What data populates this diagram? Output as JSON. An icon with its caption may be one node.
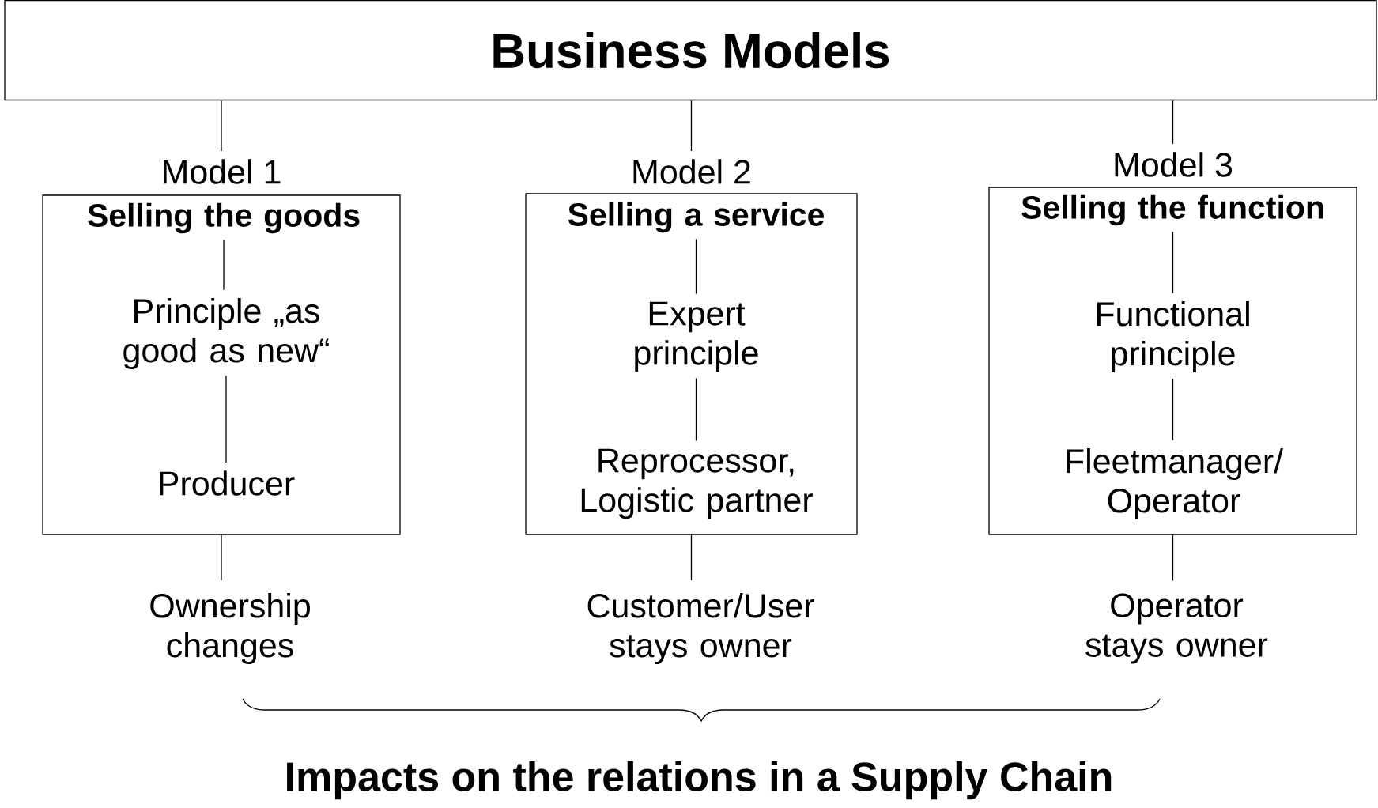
{
  "diagram": {
    "nodes": [
      {
        "text": [
          "Business Models"
        ]
      },
      {
        "text": [
          "Model 1"
        ]
      },
      {
        "text": [
          "Selling the goods"
        ],
        "in": 1
      },
      {
        "text": [
          "Principle „as good as new“"
        ],
        "in": 1
      },
      {
        "text": [
          "Producer"
        ],
        "in": 1
      },
      {
        "text": [
          "Model 2"
        ]
      },
      {
        "text": [
          "Selling a service"
        ],
        "in": 5
      },
      {
        "text": [
          "Expert principle"
        ],
        "in": 5
      },
      {
        "text": [
          "Reprocessor, Logistic partner"
        ],
        "in": 5
      },
      {
        "text": [
          "Model 3"
        ]
      },
      {
        "text": [
          "Selling the function"
        ],
        "in": 9
      },
      {
        "text": [
          "Functional principle"
        ],
        "in": 9
      },
      {
        "text": [
          "Fleetmanager/ Operator"
        ],
        "in": 9
      },
      {
        "text": [
          "Ownership changes"
        ]
      },
      {
        "text": [
          "Customer/User stays owner"
        ]
      },
      {
        "text": [
          "Operator stays owner"
        ]
      }
    ],
    "edges": [
      {
        "from": 0,
        "to": 1,
        "arrow": "none"
      },
      {
        "from": 2,
        "to": 3,
        "arrow": "none"
      },
      {
        "from": 3,
        "to": 4,
        "arrow": "none"
      },
      {
        "from": 1,
        "to": 13,
        "arrow": "none"
      },
      {
        "from": 0,
        "to": 5,
        "arrow": "none"
      },
      {
        "from": 6,
        "to": 7,
        "arrow": "none"
      },
      {
        "from": 7,
        "to": 8,
        "arrow": "none"
      },
      {
        "from": 5,
        "to": 14,
        "arrow": "none"
      },
      {
        "from": 0,
        "to": 9,
        "arrow": "none"
      },
      {
        "from": 10,
        "to": 11,
        "arrow": "none"
      },
      {
        "from": 11,
        "to": 12,
        "arrow": "none"
      },
      {
        "from": 9,
        "to": 15,
        "arrow": "none"
      }
    ],
    "labels": [
      "Impacts on the relations in a Supply Chain"
    ]
  }
}
